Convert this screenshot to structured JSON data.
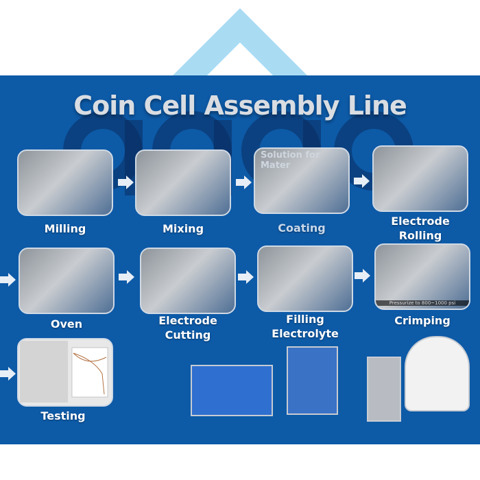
{
  "title": "Coin Cell Assembly Line",
  "watermark": "aaao",
  "colors": {
    "panel": "#0d5aa7",
    "logo": "#a9dcf3",
    "label": "#ffffff"
  },
  "steps": [
    {
      "label": "Milling"
    },
    {
      "label": "Mixing"
    },
    {
      "label": "Coating",
      "photo_text": "Solution for Mater"
    },
    {
      "label_line1": "Electrode",
      "label_line2": "Rolling"
    },
    {
      "label": "Oven"
    },
    {
      "label_line1": "Electrode",
      "label_line2": "Cutting"
    },
    {
      "label_line1": "Filling",
      "label_line2": "Electrolyte"
    },
    {
      "label": "Crimping",
      "photo_caption": "Pressurize to 800~1000 psi"
    },
    {
      "label": "Testing"
    }
  ]
}
